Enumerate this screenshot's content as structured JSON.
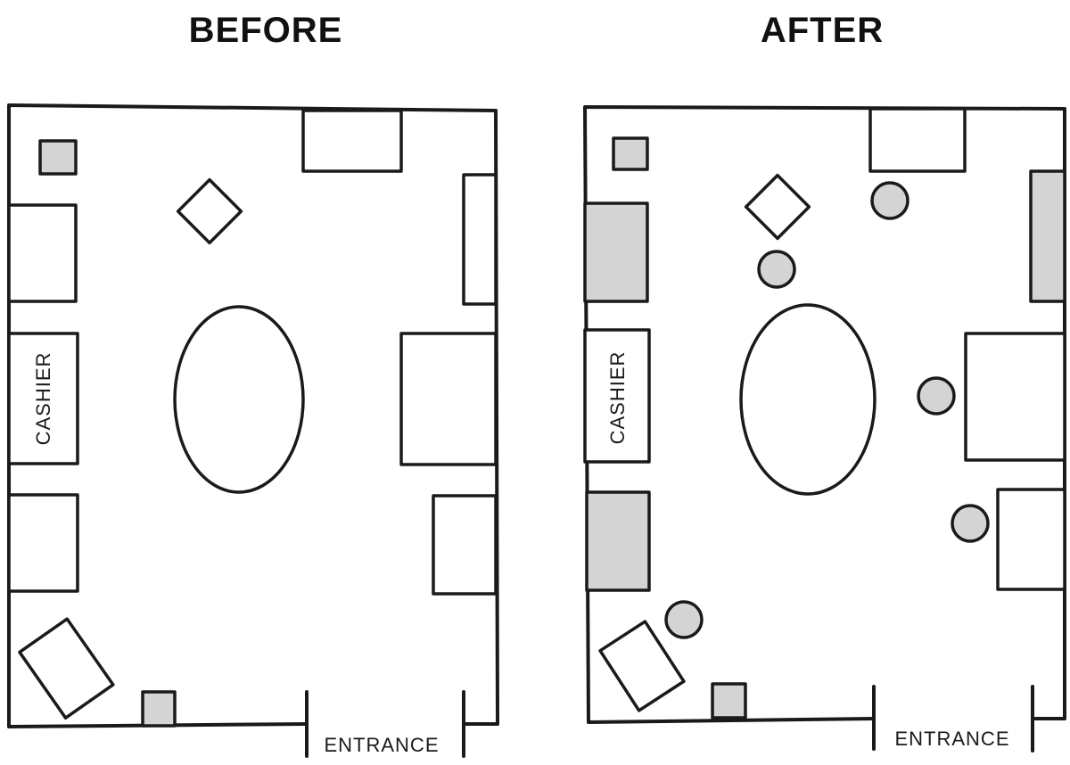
{
  "panels": {
    "before": {
      "title": "BEFORE",
      "cashier_label": "CASHIER",
      "entrance_label": "ENTRANCE"
    },
    "after": {
      "title": "AFTER",
      "cashier_label": "CASHIER",
      "entrance_label": "ENTRANCE"
    }
  },
  "colors": {
    "line": "#1a1a1a",
    "shaded_fill": "#d4d4d4",
    "background": "#ffffff"
  }
}
